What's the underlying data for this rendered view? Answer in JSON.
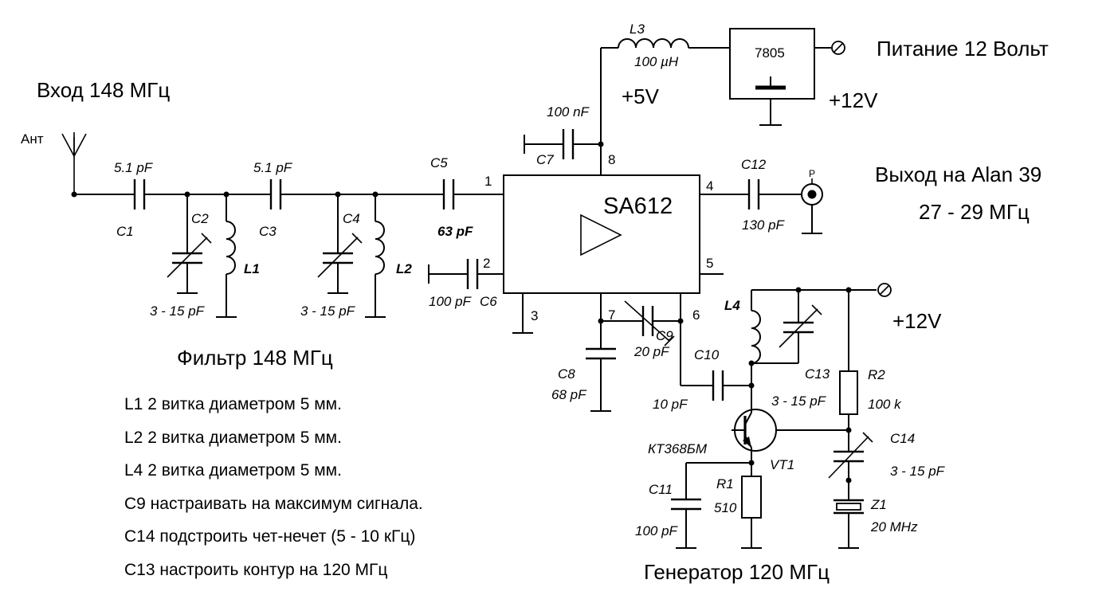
{
  "headings": {
    "input": "Вход 148 МГц",
    "power": "Питание 12 Вольт",
    "output_line1": "Выход на Alan 39",
    "output_line2": "27 - 29 МГц",
    "filter": "Фильтр 148 МГц",
    "generator": "Генератор 120 МГц"
  },
  "supply": {
    "plus5": "+5V",
    "plus12_regulator": "+12V",
    "plus12_oscillator": "+12V"
  },
  "antenna": {
    "label": "Ант"
  },
  "output_connector": {
    "label": "P"
  },
  "ic": {
    "name": "SA612",
    "pins": [
      "1",
      "2",
      "3",
      "4",
      "5",
      "6",
      "7",
      "8"
    ]
  },
  "regulator": {
    "name": "7805"
  },
  "components": {
    "C1": {
      "ref": "C1",
      "value": "5.1 pF"
    },
    "C2": {
      "ref": "C2",
      "value": "3 - 15 pF"
    },
    "C3": {
      "ref": "C3",
      "value": "5.1 pF"
    },
    "C4": {
      "ref": "C4",
      "value": "3 - 15 pF"
    },
    "C5": {
      "ref": "C5",
      "value": "63 pF"
    },
    "C6": {
      "ref": "C6",
      "value": "100 pF"
    },
    "C7": {
      "ref": "C7",
      "value": "100 nF"
    },
    "C8": {
      "ref": "C8",
      "value": "68 pF"
    },
    "C9": {
      "ref": "C9",
      "value": "20 pF"
    },
    "C10": {
      "ref": "C10",
      "value": "10 pF"
    },
    "C11": {
      "ref": "C11",
      "value": "100 pF"
    },
    "C12": {
      "ref": "C12",
      "value": "130 pF"
    },
    "C13": {
      "ref": "C13",
      "value": "3 - 15 pF"
    },
    "C14": {
      "ref": "C14",
      "value": "3 - 15 pF"
    },
    "L1": {
      "ref": "L1"
    },
    "L2": {
      "ref": "L2"
    },
    "L3": {
      "ref": "L3",
      "value": "100 µH"
    },
    "L4": {
      "ref": "L4"
    },
    "R1": {
      "ref": "R1",
      "value": "510"
    },
    "R2": {
      "ref": "R2",
      "value": "100 k"
    },
    "VT1": {
      "ref": "VT1",
      "type": "КТ368БМ"
    },
    "Z1": {
      "ref": "Z1",
      "value": "20 MHz"
    }
  },
  "notes": [
    "L1 2 витка диаметром 5 мм.",
    "L2 2 витка диаметром 5 мм.",
    "L4 2 витка диаметром 5 мм.",
    "С9 настраивать на максимум сигнала.",
    "С14 подстроить чет-нечет (5 - 10 кГц)",
    "С13 настроить контур на 120 МГц"
  ]
}
